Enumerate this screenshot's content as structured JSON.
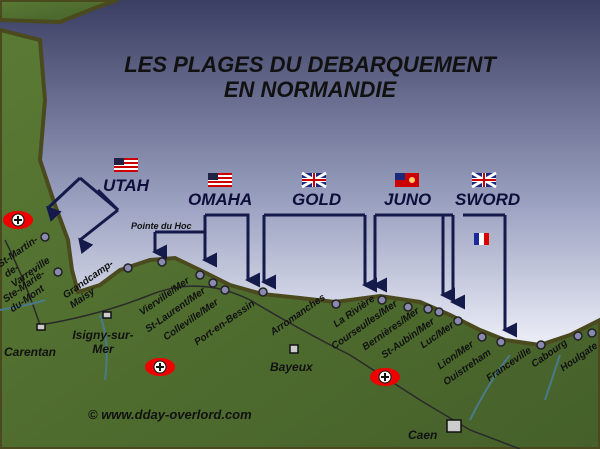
{
  "title": {
    "line1": "LES PLAGES DU DEBARQUEMENT",
    "line2": "EN NORMANDIE"
  },
  "beaches": [
    {
      "name": "UTAH",
      "flag": "us"
    },
    {
      "name": "OMAHA",
      "flag": "us"
    },
    {
      "name": "GOLD",
      "flag": "uk"
    },
    {
      "name": "JUNO",
      "flag": "ca-red-ensign"
    },
    {
      "name": "SWORD",
      "flag": "uk"
    }
  ],
  "extra_flag": "fr",
  "places": {
    "pointe_du_hoc": "Pointe du Hoc",
    "st_martin": "St-Martin-de-Varreville",
    "ste_marie": "Ste-Marie-du-Mont",
    "grandcamp": "Grandcamp-Maisy",
    "vierville": "Vierville/Mer",
    "st_laurent": "St-Laurent/Mer",
    "colleville": "Colleville/Mer",
    "port": "Port-en-Bessin",
    "arromanches": "Arromanches",
    "la_riviere": "La Rivière",
    "courseulles": "Courseulles/Mer",
    "bernieres": "Bernières/Mer",
    "st_aubin": "St-Aubin/Mer",
    "luc": "Luc/Mer",
    "lion": "Lion/Mer",
    "ouistreham": "Ouistreham",
    "franceville": "Franceville",
    "cabourg": "Cabourg",
    "houlgate": "Houlgate",
    "carentan": "Carentan",
    "isigny": "Isigny-sur-Mer",
    "bayeux": "Bayeux",
    "caen": "Caen"
  },
  "copyright": "© www.dday-overlord.com",
  "colors": {
    "land": "#4f6a2e",
    "coast": "#4a4a1e",
    "arrow": "#141a4a",
    "cemetery": "#e00000"
  }
}
